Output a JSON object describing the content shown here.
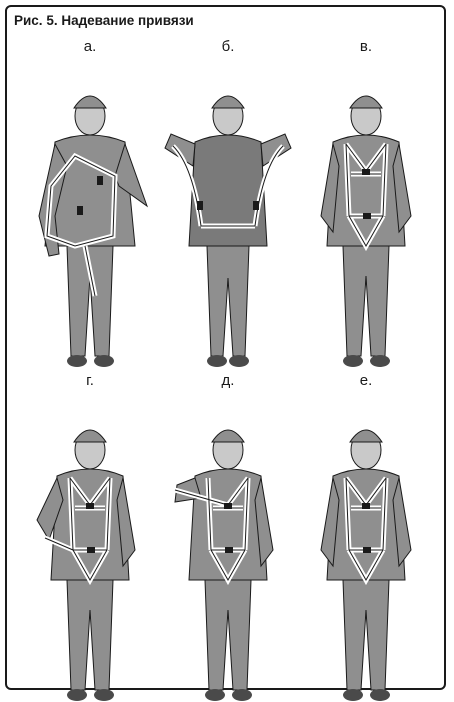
{
  "document": {
    "title": "Рис. 5. Надевание привязи"
  },
  "panels": [
    {
      "label": "а."
    },
    {
      "label": "б."
    },
    {
      "label": "в."
    },
    {
      "label": "г."
    },
    {
      "label": "д."
    },
    {
      "label": "е."
    }
  ],
  "colors": {
    "skin": "#c9c9c9",
    "clothes": "#8f8f8f",
    "vest": "#7a7a7a",
    "dark": "#4a4a4a",
    "outline": "#1a1a1a",
    "strap": "#ffffff",
    "buckle": "#1a1a1a"
  }
}
